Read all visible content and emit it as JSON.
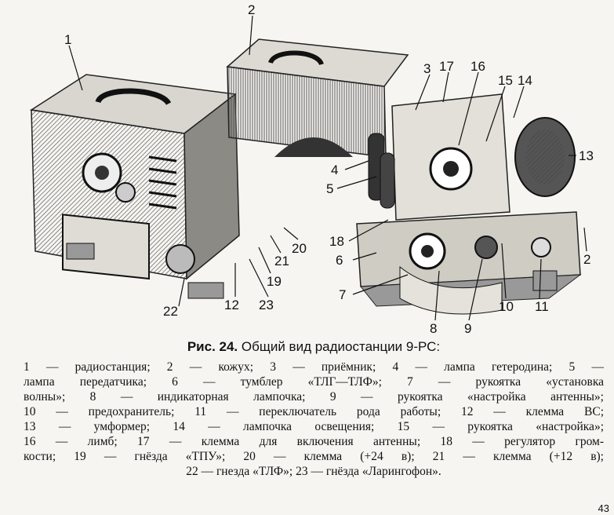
{
  "figure": {
    "callouts": [
      "1",
      "2",
      "3",
      "17",
      "16",
      "15",
      "14",
      "13",
      "4",
      "5",
      "18",
      "6",
      "7",
      "8",
      "9",
      "10",
      "11",
      "2",
      "22",
      "12",
      "23",
      "19",
      "21",
      "20"
    ]
  },
  "caption": {
    "label": "Рис. 24.",
    "title": "Общий вид радиостанции 9-РС:"
  },
  "legend_lines": [
    "1 — радиостанция; 2 — кожух; 3 — приёмник; 4 — лампа гетеродина; 5 —",
    "лампа передатчика; 6 — тумблер «ТЛГ—ТЛФ»; 7 — рукоятка «установка",
    "волны»; 8 — индикаторная лампочка; 9 — рукоятка «настройка антенны»;",
    "10 — предохранитель; 11 — переключатель рода работы; 12 — клемма ВС;",
    "13 — умформер; 14 — лампочка освещения; 15 — рукоятка «настройка»;",
    "16 — лимб; 17 — клемма для включения антенны; 18 — регулятор гром-",
    "кости; 19 — гнёзда «ТПУ»; 20 — клемма (+24 в); 21 — клемма (+12 в);",
    "22 — гнезда «ТЛФ»; 23 — гнёзда «Ларингофон»."
  ],
  "page_number": "43"
}
